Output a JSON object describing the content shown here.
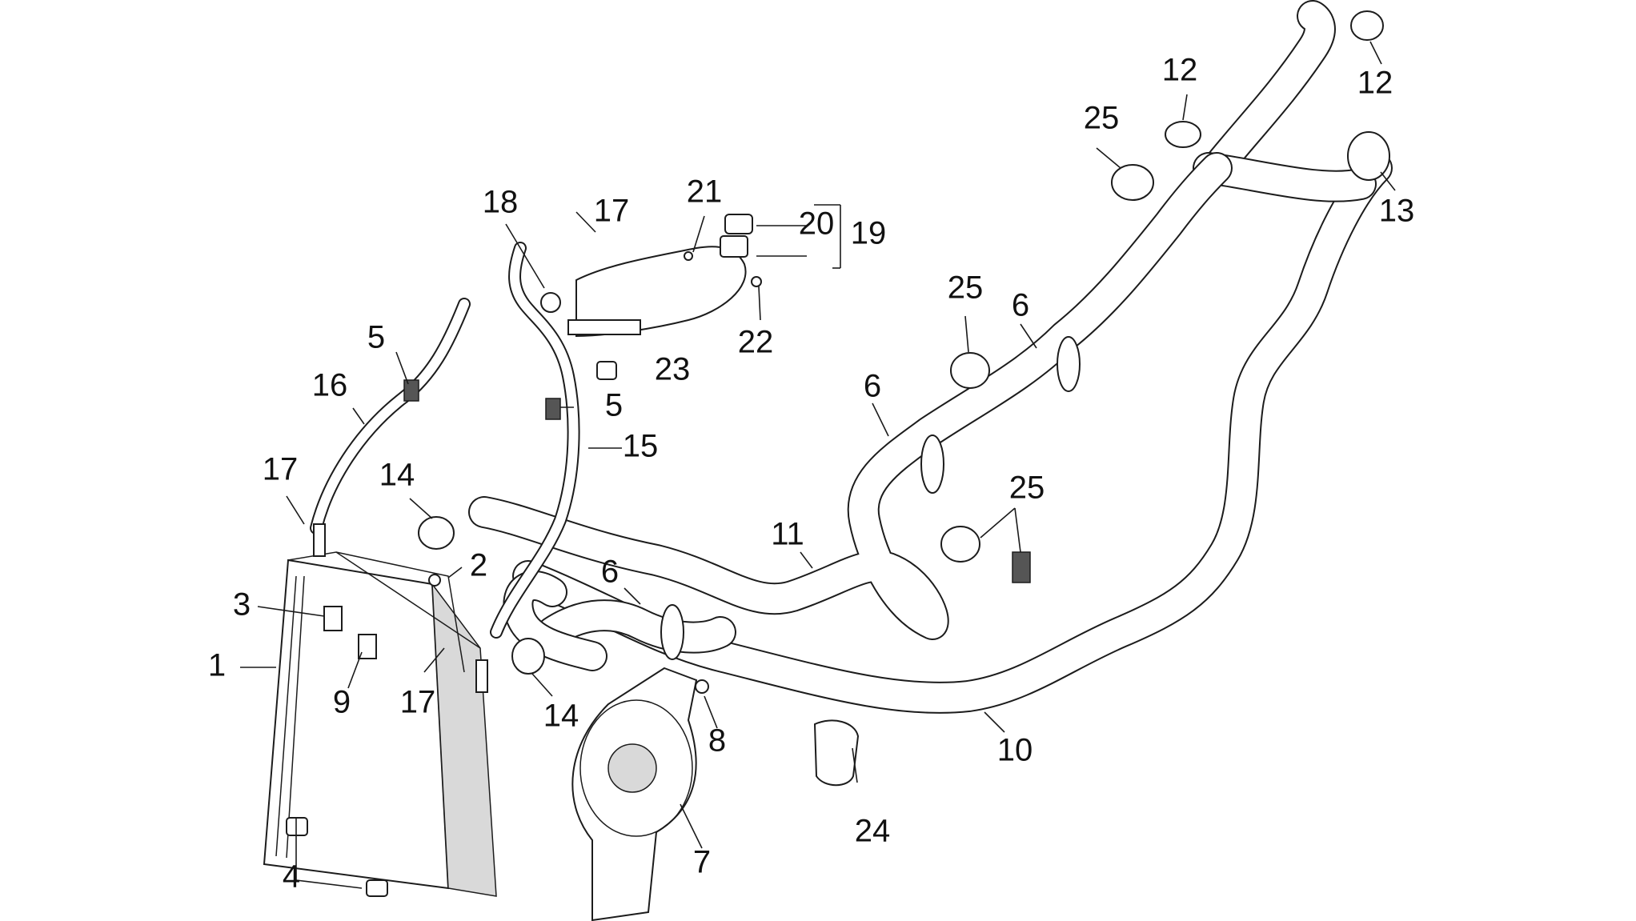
{
  "diagram": {
    "labels": [
      "1",
      "2",
      "3",
      "4",
      "5",
      "5",
      "6",
      "6",
      "6",
      "7",
      "8",
      "9",
      "10",
      "11",
      "12",
      "12",
      "13",
      "14",
      "14",
      "15",
      "16",
      "17",
      "17",
      "17",
      "18",
      "19",
      "20",
      "21",
      "22",
      "23",
      "24",
      "25",
      "25",
      "25"
    ]
  }
}
